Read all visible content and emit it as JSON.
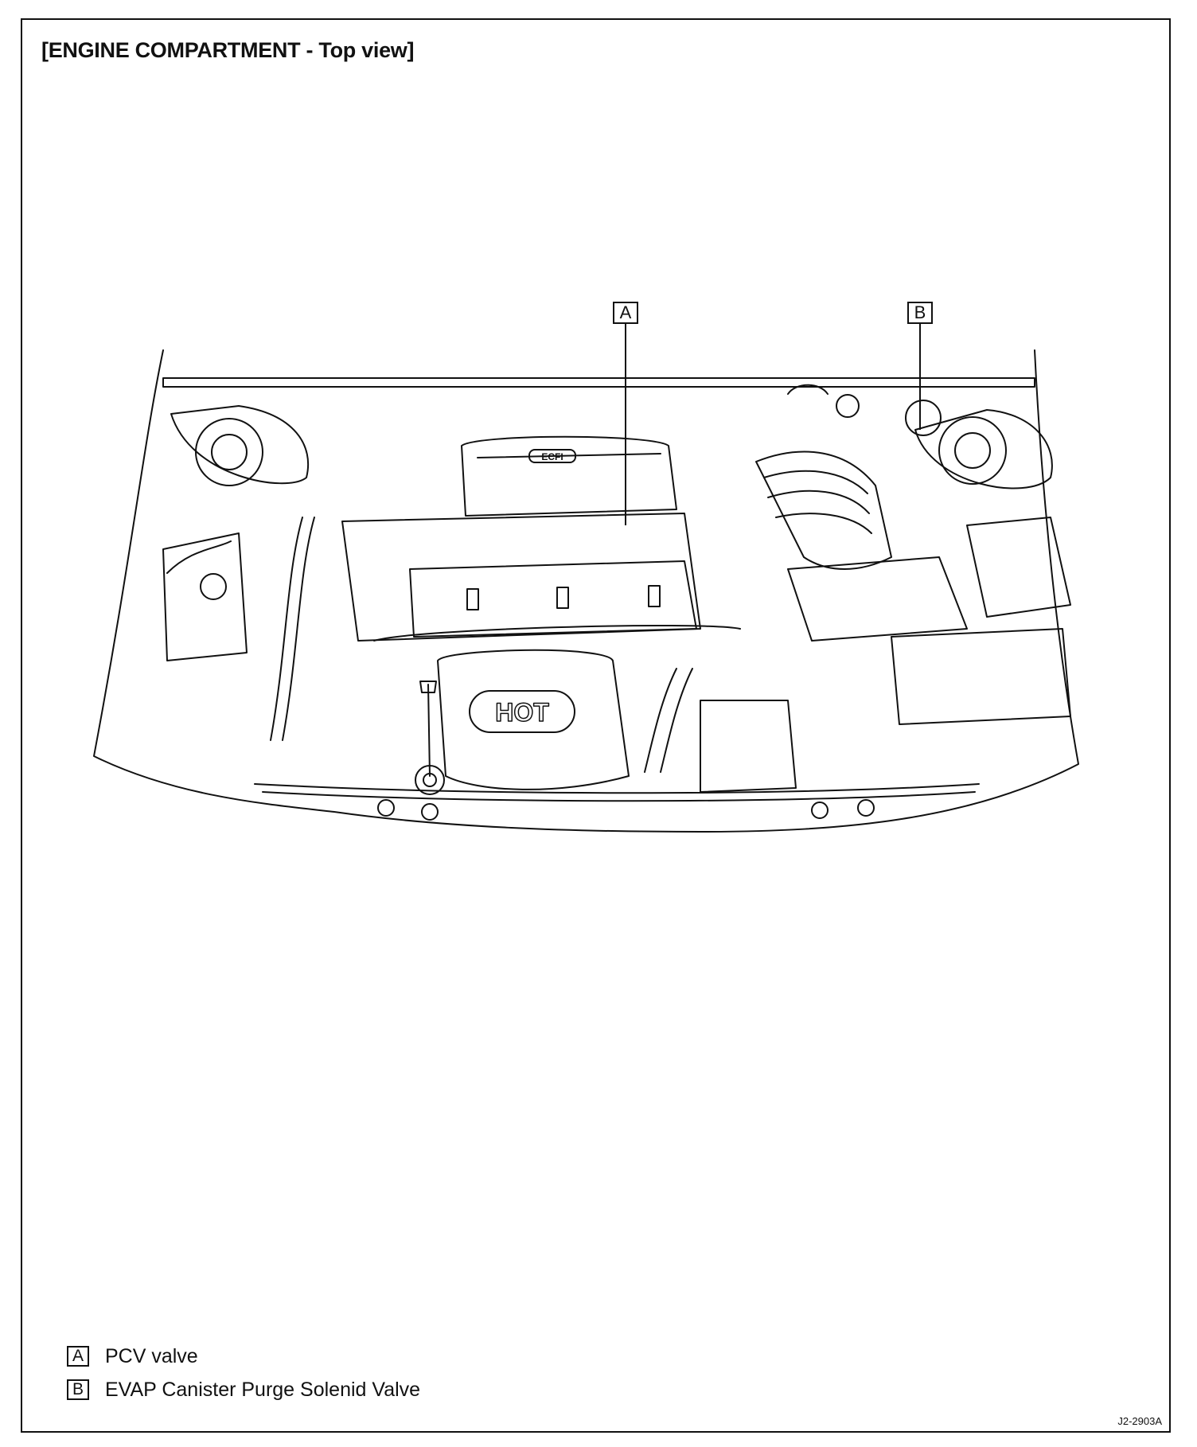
{
  "title": "[ENGINE COMPARTMENT - Top view]",
  "callouts": [
    {
      "key": "A",
      "label": "PCV valve"
    },
    {
      "key": "B",
      "label": "EVAP Canister Purge Solenid Valve"
    }
  ],
  "engine_cover_text": "HOT",
  "intake_text": "ECFI",
  "figure_code": "J2-2903A"
}
